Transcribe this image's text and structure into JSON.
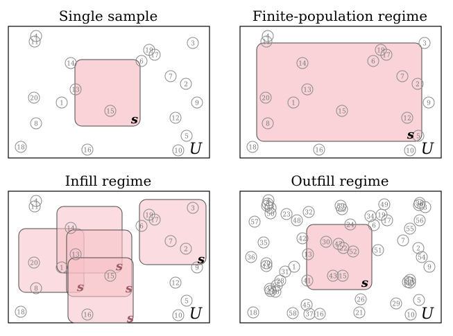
{
  "panels": [
    {
      "title": "Single sample",
      "universe_label": "U",
      "samples": [
        {
          "label": "s"
        }
      ],
      "points": [
        {
          "id": "1"
        },
        {
          "id": "2"
        },
        {
          "id": "3"
        },
        {
          "id": "4"
        },
        {
          "id": "5"
        },
        {
          "id": "6"
        },
        {
          "id": "7"
        },
        {
          "id": "8"
        },
        {
          "id": "9"
        },
        {
          "id": "10"
        },
        {
          "id": "11"
        },
        {
          "id": "12"
        },
        {
          "id": "13"
        },
        {
          "id": "14"
        },
        {
          "id": "15"
        },
        {
          "id": "16"
        },
        {
          "id": "17"
        },
        {
          "id": "18"
        },
        {
          "id": "19"
        },
        {
          "id": "20"
        }
      ]
    },
    {
      "title": "Finite-population regime",
      "universe_label": "U",
      "samples": [
        {
          "label": "s"
        }
      ],
      "points": [
        {
          "id": "1"
        },
        {
          "id": "2"
        },
        {
          "id": "3"
        },
        {
          "id": "4"
        },
        {
          "id": "5"
        },
        {
          "id": "6"
        },
        {
          "id": "7"
        },
        {
          "id": "8"
        },
        {
          "id": "9"
        },
        {
          "id": "10"
        },
        {
          "id": "11"
        },
        {
          "id": "12"
        },
        {
          "id": "13"
        },
        {
          "id": "14"
        },
        {
          "id": "15"
        },
        {
          "id": "16"
        },
        {
          "id": "17"
        },
        {
          "id": "18"
        },
        {
          "id": "19"
        },
        {
          "id": "20"
        }
      ]
    },
    {
      "title": "Infill regime",
      "universe_label": "U",
      "samples": [
        {
          "label": "s"
        },
        {
          "label": "s"
        },
        {
          "label": "s"
        },
        {
          "label": "s"
        },
        {
          "label": "s"
        }
      ],
      "points": [
        {
          "id": "1"
        },
        {
          "id": "2"
        },
        {
          "id": "3"
        },
        {
          "id": "4"
        },
        {
          "id": "5"
        },
        {
          "id": "6"
        },
        {
          "id": "7"
        },
        {
          "id": "8"
        },
        {
          "id": "9"
        },
        {
          "id": "10"
        },
        {
          "id": "11"
        },
        {
          "id": "12"
        },
        {
          "id": "13"
        },
        {
          "id": "14"
        },
        {
          "id": "15"
        },
        {
          "id": "16"
        },
        {
          "id": "17"
        },
        {
          "id": "18"
        },
        {
          "id": "19"
        },
        {
          "id": "20"
        }
      ]
    },
    {
      "title": "Outfill regime",
      "universe_label": "U",
      "samples": [
        {
          "label": "s"
        }
      ],
      "points": [
        {
          "id": "1"
        },
        {
          "id": "2"
        },
        {
          "id": "3"
        },
        {
          "id": "4"
        },
        {
          "id": "5"
        },
        {
          "id": "6"
        },
        {
          "id": "7"
        },
        {
          "id": "8"
        },
        {
          "id": "9"
        },
        {
          "id": "10"
        },
        {
          "id": "11"
        },
        {
          "id": "12"
        },
        {
          "id": "13"
        },
        {
          "id": "14"
        },
        {
          "id": "15"
        },
        {
          "id": "16"
        },
        {
          "id": "17"
        },
        {
          "id": "18"
        },
        {
          "id": "19"
        },
        {
          "id": "20"
        },
        {
          "id": "21"
        },
        {
          "id": "22"
        },
        {
          "id": "23"
        },
        {
          "id": "24"
        },
        {
          "id": "25"
        },
        {
          "id": "26"
        },
        {
          "id": "27"
        },
        {
          "id": "28"
        },
        {
          "id": "29"
        },
        {
          "id": "30"
        },
        {
          "id": "31"
        },
        {
          "id": "32"
        },
        {
          "id": "33"
        },
        {
          "id": "34"
        },
        {
          "id": "35"
        },
        {
          "id": "36"
        },
        {
          "id": "37"
        },
        {
          "id": "38"
        },
        {
          "id": "39"
        },
        {
          "id": "40"
        },
        {
          "id": "41"
        },
        {
          "id": "42"
        },
        {
          "id": "43"
        },
        {
          "id": "44"
        },
        {
          "id": "45"
        },
        {
          "id": "46"
        },
        {
          "id": "47"
        },
        {
          "id": "48"
        },
        {
          "id": "49"
        },
        {
          "id": "50"
        },
        {
          "id": "51"
        },
        {
          "id": "52"
        },
        {
          "id": "53"
        },
        {
          "id": "54"
        },
        {
          "id": "55"
        },
        {
          "id": "56"
        },
        {
          "id": "57"
        },
        {
          "id": "58"
        },
        {
          "id": "59"
        },
        {
          "id": "60"
        }
      ]
    }
  ],
  "colors": {
    "sample_fill": "#f7c1c8",
    "sample_stroke": "#4a4a4a",
    "point_stroke": "#8a8a8a",
    "point_text": "#777777",
    "frame": "#000000",
    "title": "#000000"
  }
}
